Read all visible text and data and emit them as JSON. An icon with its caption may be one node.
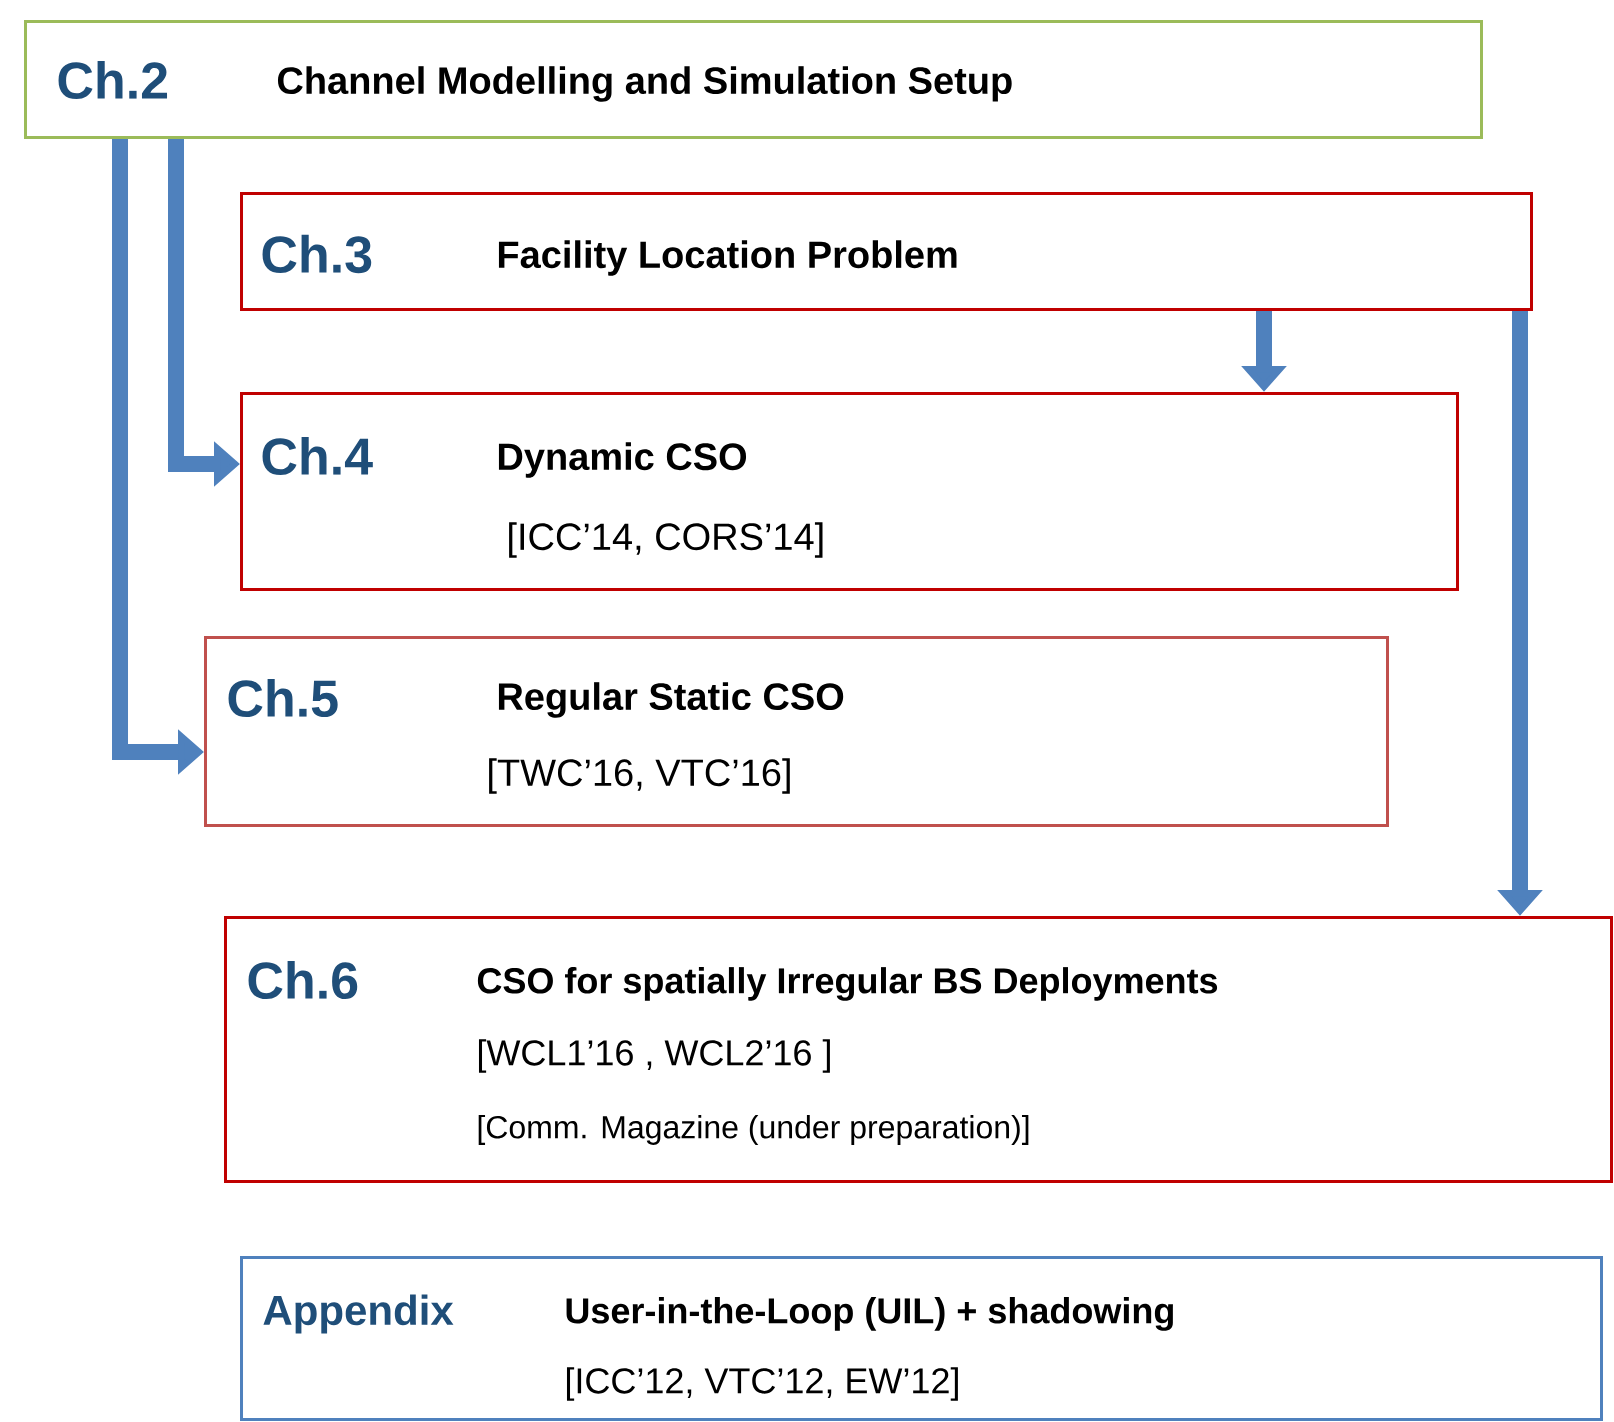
{
  "diagram": {
    "nodes": [
      {
        "text": [
          "Ch.2",
          "Channel Modelling and Simulation Setup"
        ]
      },
      {
        "text": [
          "Ch.3",
          "Facility Location Problem"
        ]
      },
      {
        "text": [
          "Ch.4",
          "Dynamic CSO",
          "[ICC’14, CORS’14]"
        ]
      },
      {
        "text": [
          "Ch.5",
          "Regular Static CSO",
          "[TWC’16, VTC’16]"
        ]
      },
      {
        "text": [
          "Ch.6",
          "CSO for spatially Irregular BS Deployments",
          "[WCL1’16 , WCL2’16 ]",
          "[Comm. Magazine (under preparation)]"
        ]
      },
      {
        "text": [
          "Appendix",
          "User-in-the-Loop (UIL) + shadowing",
          "[ICC’12,  VTC’12, EW’12]"
        ]
      }
    ],
    "edges": [
      {
        "from": 0,
        "to": 2,
        "arrow": "to"
      },
      {
        "from": 0,
        "to": 3,
        "arrow": "to"
      },
      {
        "from": 1,
        "to": 2,
        "arrow": "to"
      },
      {
        "from": 1,
        "to": 4,
        "arrow": "to"
      }
    ]
  }
}
